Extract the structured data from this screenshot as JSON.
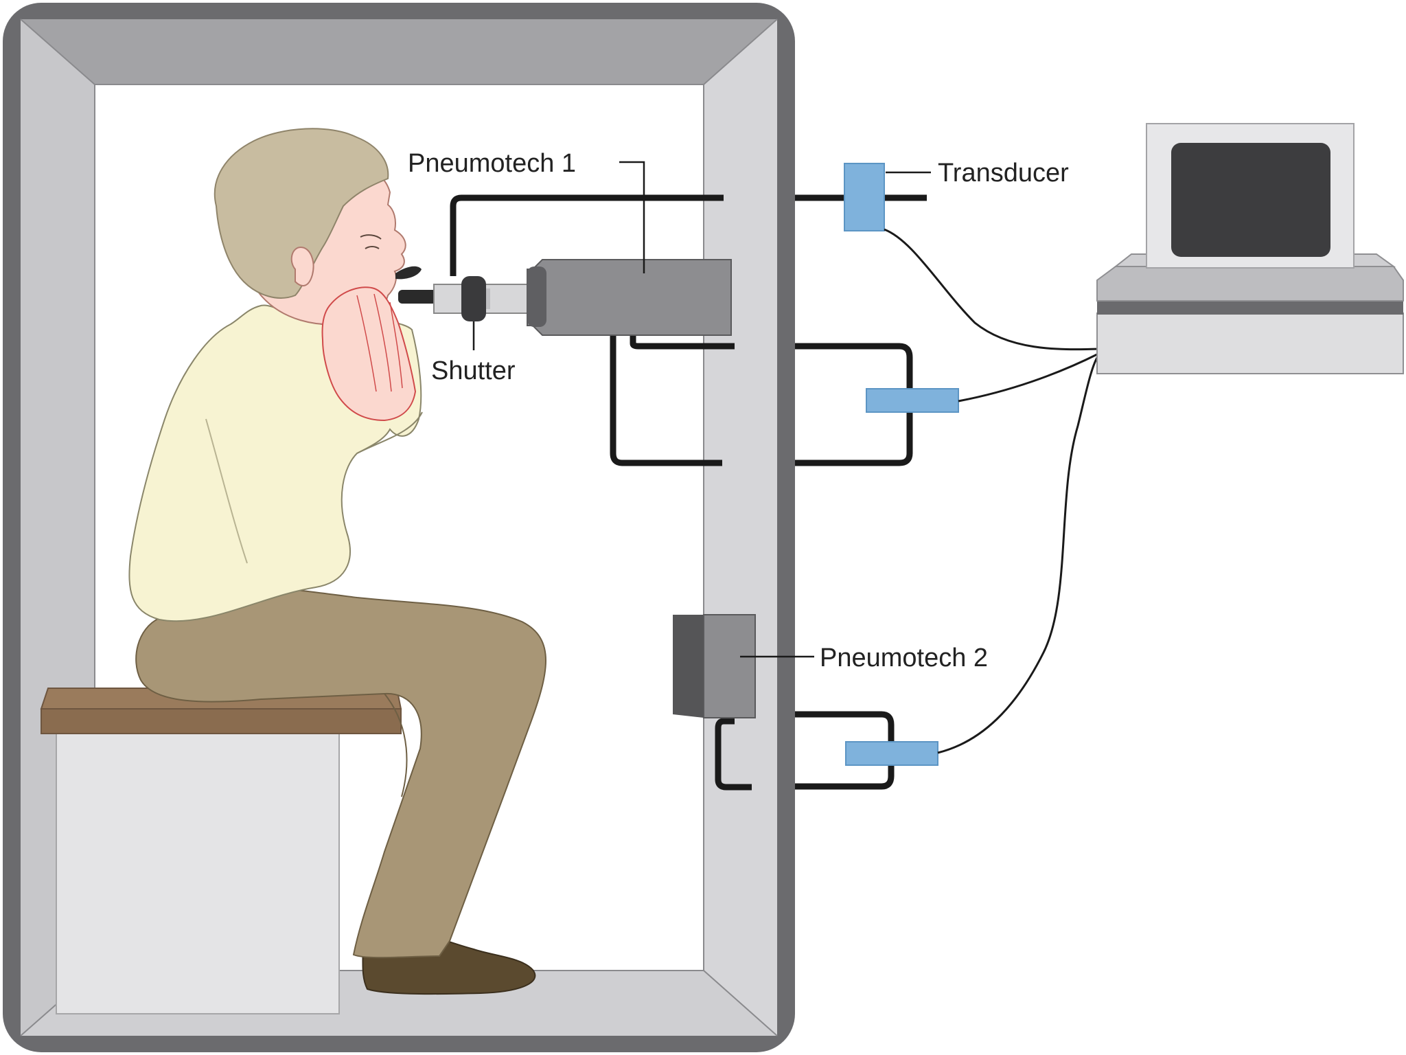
{
  "labels": {
    "pneumotech1": "Pneumotech 1",
    "shutter": "Shutter",
    "transducer": "Transducer",
    "pneumotech2": "Pneumotech 2"
  },
  "colors": {
    "booth_frame": "#6b6b6e",
    "booth_wall_light": "#dcdcde",
    "booth_wall_top": "#a3a3a6",
    "transducer": "#7fb2dc",
    "pneumotach_body": "#8d8d90",
    "shirt": "#f7f3d2",
    "pants": "#a89676",
    "hair": "#c8bca0",
    "skin": "#fbd8cf",
    "bench_top": "#9a7b5c",
    "shoe": "#5b4a2f",
    "computer_screen": "#3d3d3f",
    "tubing": "#1a1a1a"
  }
}
